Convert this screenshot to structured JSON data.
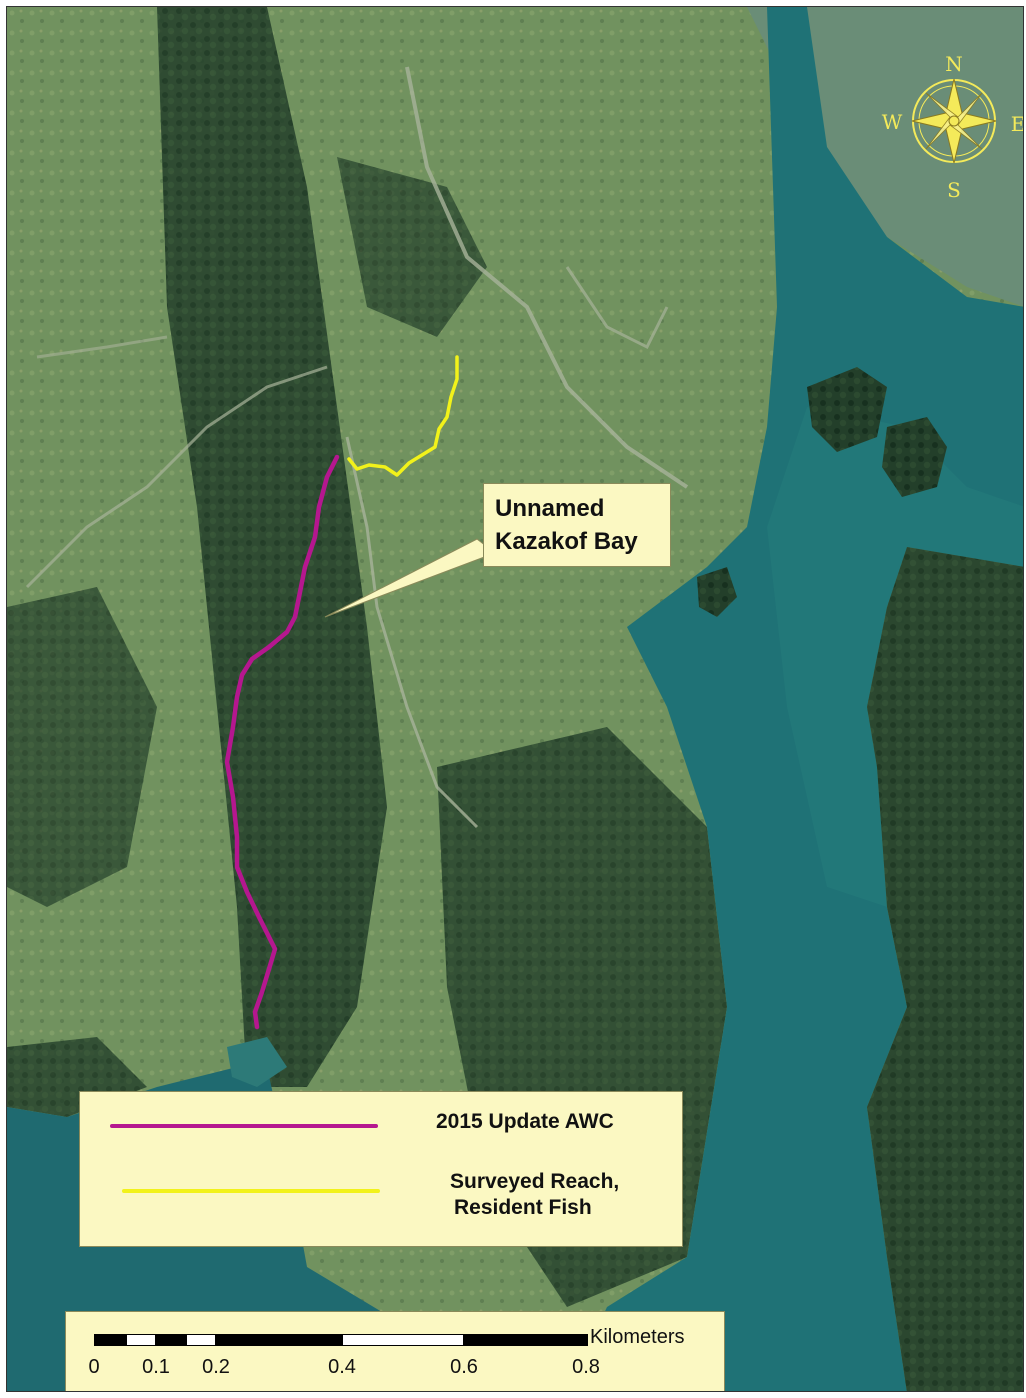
{
  "callout": {
    "line1": "Unnamed",
    "line2": "Kazakof Bay"
  },
  "legend": {
    "items": [
      {
        "label": "2015 Update AWC",
        "color": "#b5178f"
      },
      {
        "label_line1": "Surveyed Reach,",
        "label_line2": "Resident Fish",
        "color": "#f2f21a"
      }
    ]
  },
  "scale_bar": {
    "unit": "Kilometers",
    "ticks": [
      "0",
      "0.1",
      "0.2",
      "0.4",
      "0.6",
      "0.8"
    ]
  },
  "compass": {
    "n": "N",
    "e": "E",
    "s": "S",
    "w": "W"
  },
  "colors": {
    "water": "#1f7276",
    "shallow_water": "#5f9a8a",
    "forest": "#1f3b27",
    "meadow": "#6f9064",
    "awc_line": "#b5178f",
    "surveyed_line": "#f2f21a",
    "legend_bg": "#fbf8c2"
  }
}
